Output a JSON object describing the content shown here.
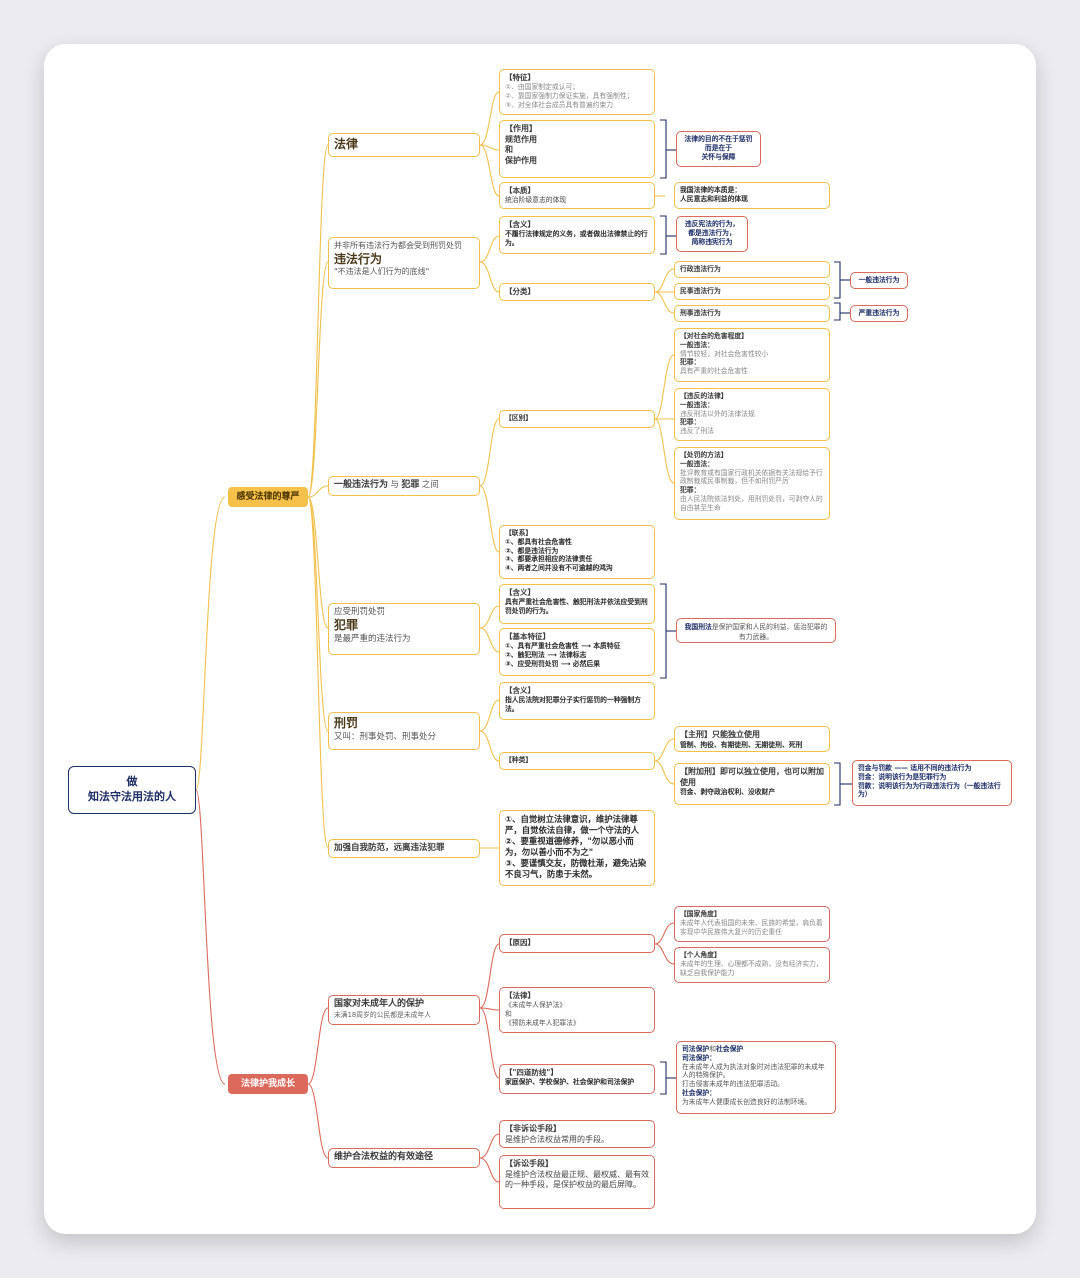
{
  "colors": {
    "yellow": "#f2c04a",
    "red": "#dc6a5c",
    "navy": "#1e2e66",
    "root_border": "#1e2e66"
  },
  "root": {
    "line1": "做",
    "line2": "知法守法用法的人"
  },
  "branches": {
    "b1": "感受法律的尊严",
    "b2": "法律护我成长"
  },
  "law": {
    "title": "法律",
    "tezheng": {
      "title": "【特征】",
      "items": "①、由国家制定或认可；\n②、靠国家强制力保证实施，具有强制性；\n③、对全体社会成员具有普遍约束力"
    },
    "zuoyong": {
      "title": "【作用】\n规范作用\n和\n保护作用"
    },
    "zuoyong_note": "法律的目的不在于惩罚\n而是在于\n关怀与保障",
    "benzhi": {
      "title": "【本质】",
      "body": "统治阶级意志的体现"
    },
    "benzhi_note": "我国法律的本质是：\n人民意志和利益的体现"
  },
  "illegal": {
    "top": "并非所有违法行为都会受到刑罚处罚",
    "title": "违法行为",
    "bottom": "\"不违法是人们行为的底线\"",
    "hanyi": {
      "title": "【含义】",
      "body": "不履行法律规定的义务，或者做出法律禁止的行为。"
    },
    "hanyi_note": "违反宪法的行为，\n都是违法行为，\n简称违宪行为",
    "fenlei": "【分类】",
    "types": [
      "行政违法行为",
      "民事违法行为",
      "刑事违法行为"
    ],
    "yiban": "一般违法行为",
    "yanzhong": "严重违法行为"
  },
  "between": {
    "a": "一般违法行为",
    "mid": "与",
    "b": "犯罪",
    "c": "之间",
    "qubie": "【区别】",
    "q1": {
      "title": "【对社会的危害程度】",
      "l1": "一般违法：",
      "b1": "情节较轻，对社会危害性较小",
      "l2": "犯罪：",
      "b2": "具有严重的社会危害性"
    },
    "q2": {
      "title": "【违反的法律】",
      "l1": "一般违法：",
      "b1": "违反刑法以外的法律法规",
      "l2": "犯罪：",
      "b2": "违反了刑法"
    },
    "q3": {
      "title": "【处罚的方法】",
      "l1": "一般违法：",
      "b1": "批评教育或有国家行政机关依据有关法规给予行政制裁或民事制裁，但不如刑罚严厉",
      "l2": "犯罪：",
      "b2": "由人民法院依法判处，用刑罚处罚，可剥夺人的自由甚至生命"
    },
    "lianxi": {
      "title": "【联系】",
      "body": "①、都具有社会危害性\n②、都是违法行为\n③、都要承担相应的法律责任\n④、两者之间并没有不可逾越的鸿沟"
    }
  },
  "crime": {
    "top": "应受刑罚处罚",
    "title": "犯罪",
    "bottom": "是最严重的违法行为",
    "hanyi": {
      "title": "【含义】",
      "body": "具有严重社会危害性、触犯刑法并依法应受到刑罚处罚的行为。"
    },
    "tezheng": {
      "title": "【基本特征】",
      "body": "①、具有严重社会危害性 ⟶ 本质特征\n②、触犯刑法 ⟶ 法律标志\n③、应受刑罚处罚 ⟶ 必然后果"
    },
    "note_a": "我国刑法",
    "note_b": "是保护国家和人民的利益、惩治犯罪的有力武器。"
  },
  "penalty": {
    "title": "刑罚",
    "sub": "又叫：刑事处罚、刑事处分",
    "hanyi": {
      "title": "【含义】",
      "body": "指人民法院对犯罪分子实行惩罚的一种强制方法。"
    },
    "zhonglei": "【种类】",
    "zhuxing": {
      "title": "【主刑】只能独立使用",
      "body": "管制、拘役、有期徒刑、无期徒刑、死刑"
    },
    "fujia": {
      "title": "【附加刑】即可以独立使用，也可以附加使用",
      "body": "罚金、剥夺政治权利、没收财产"
    },
    "fine_note": "罚金与罚款 —— 适用不同的违法行为\n罚金：说明该行为是犯罪行为\n罚款：说明该行为为行政违法行为（一般违法行为）"
  },
  "prevent": {
    "title": "加强自我防范，远离违法犯罪",
    "body": "①、自觉树立法律意识，维护法律尊严，自觉依法自律，做一个守法的人\n②、要重视道德修养，\"勿以恶小而为，勿以善小而不为之\"\n③、要谨慎交友，防微杜渐，避免沾染不良习气，防患于未然。"
  },
  "minor": {
    "title": "国家对未成年人的保护",
    "sub": "未满18周岁的公民都是未成年人",
    "yuanyin": "【原因】",
    "guojia": {
      "title": "【国家角度】",
      "body": "未成年人代表祖国的未来、民族的希望，肩负着实现中华民族伟大复兴的历史重任"
    },
    "geren": {
      "title": "【个人角度】",
      "body": "未成年的生理、心理都不成熟，没有经济实力，缺乏自我保护能力"
    },
    "falv": {
      "title": "【法律】",
      "body": "《未成年人保护法》\n和\n《预防未成年人犯罪法》"
    },
    "sidao": {
      "title": "【\"四道防线\"】",
      "body": "家庭保护、学校保护、社会保护和司法保护"
    },
    "sifa": {
      "t1": "司法保护",
      "t2": "和",
      "t3": "社会保护",
      "l1": "司法保护：",
      "b1": "在未成年人成为执法对象时对违法犯罪的未成年人的特殊保护。\n打击侵害未成年的违法犯罪活动。",
      "l2": "社会保护：",
      "b2": "为未成年人健康成长创造良好的法制环境。"
    }
  },
  "rights": {
    "title": "维护合法权益的有效途径",
    "feisu": {
      "title": "【非诉讼手段】",
      "body": "是维护合法权益常用的手段。"
    },
    "susong": {
      "title": "【诉讼手段】",
      "body": "是维护合法权益最正规、最权威、最有效的一种手段，是保护权益的最后屏障。"
    }
  }
}
